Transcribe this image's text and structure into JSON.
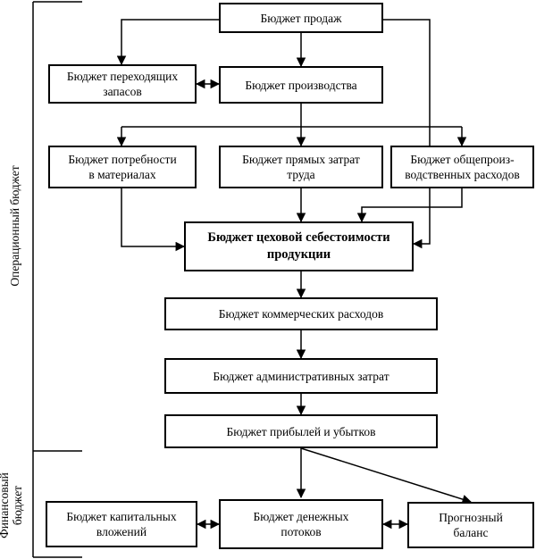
{
  "diagram": {
    "nodes": {
      "sales": "Бюджет продаж",
      "stock": "Бюджет переходящих\nзапасов",
      "production": "Бюджет производства",
      "materials": "Бюджет потребности\nв материалах",
      "labor": "Бюджет прямых затрат\nтруда",
      "overhead": "Бюджет общепроиз-\nводственных расходов",
      "shop_cost": "Бюджет цеховой себестоимости\nпродукции",
      "commercial": "Бюджет коммерческих расходов",
      "admin": "Бюджет административных затрат",
      "profit_loss": "Бюджет прибылей и убытков",
      "capital": "Бюджет капитальных\nвложений",
      "cash_flow": "Бюджет денежных\nпотоков",
      "forecast_balance": "Прогнозный\nбаланс"
    },
    "side_labels": {
      "operational": "Операционный бюджет",
      "financial": "Финансовый\nбюджет"
    }
  }
}
